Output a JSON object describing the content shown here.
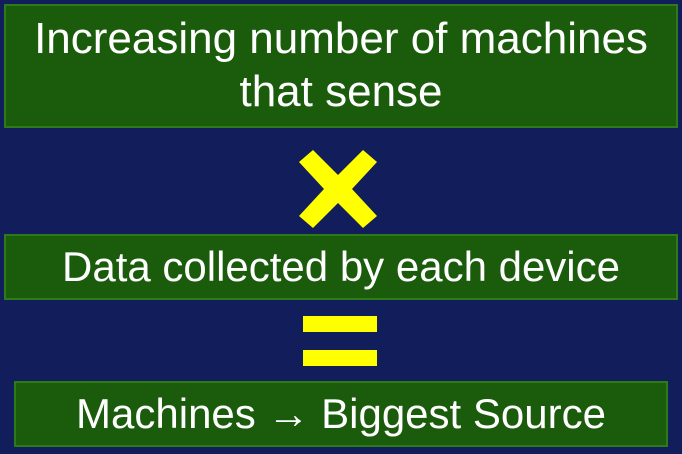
{
  "top_box": {
    "line1": "Increasing number of machines",
    "line2": "that sense"
  },
  "operator1": {
    "icon": "multiply-icon",
    "color": "#ffff00"
  },
  "middle_box": {
    "text": "Data collected by each device"
  },
  "operator2": {
    "icon": "equals-icon",
    "color": "#ffff00"
  },
  "bottom_box": {
    "text": "Machines → Biggest Source"
  },
  "colors": {
    "background": "#121d5c",
    "box": "#1b5c0c",
    "text": "#ffffff",
    "symbol": "#ffff00"
  }
}
